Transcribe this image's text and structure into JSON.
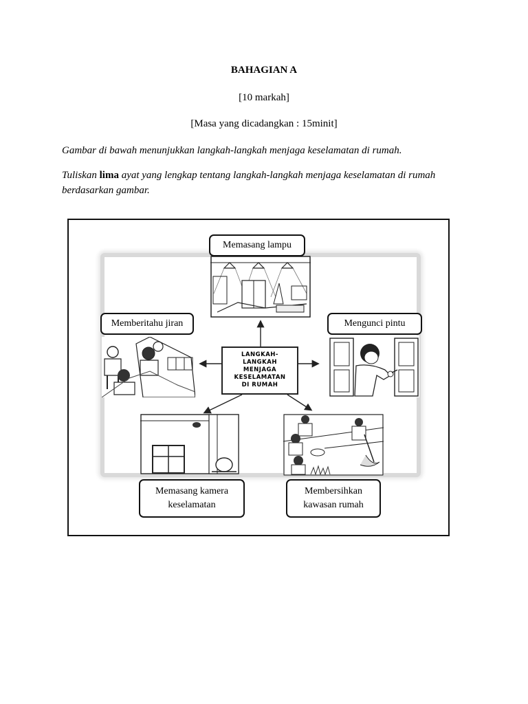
{
  "header": {
    "section": "BAHAGIAN A",
    "marks": "[10 markah]",
    "time": "[Masa yang dicadangkan : 15minit]"
  },
  "instructions": {
    "line1": "Gambar di bawah menunjukkan langkah-langkah menjaga keselamatan di rumah.",
    "line2_before": "Tuliskan ",
    "line2_bold": "lima",
    "line2_after": " ayat yang lengkap tentang langkah-langkah menjaga keselamatan di rumah berdasarkan gambar."
  },
  "diagram": {
    "center_lines": [
      "LANGKAH-",
      "LANGKAH",
      "MENJAGA",
      "KESELAMATAN",
      "DI RUMAH"
    ],
    "labels": {
      "top": "Memasang lampu",
      "left": "Memberitahu jiran",
      "right": "Mengunci pintu",
      "bottom_left_1": "Memasang kamera",
      "bottom_left_2": "keselamatan",
      "bottom_right_1": "Membersihkan",
      "bottom_right_2": "kawasan rumah"
    }
  }
}
